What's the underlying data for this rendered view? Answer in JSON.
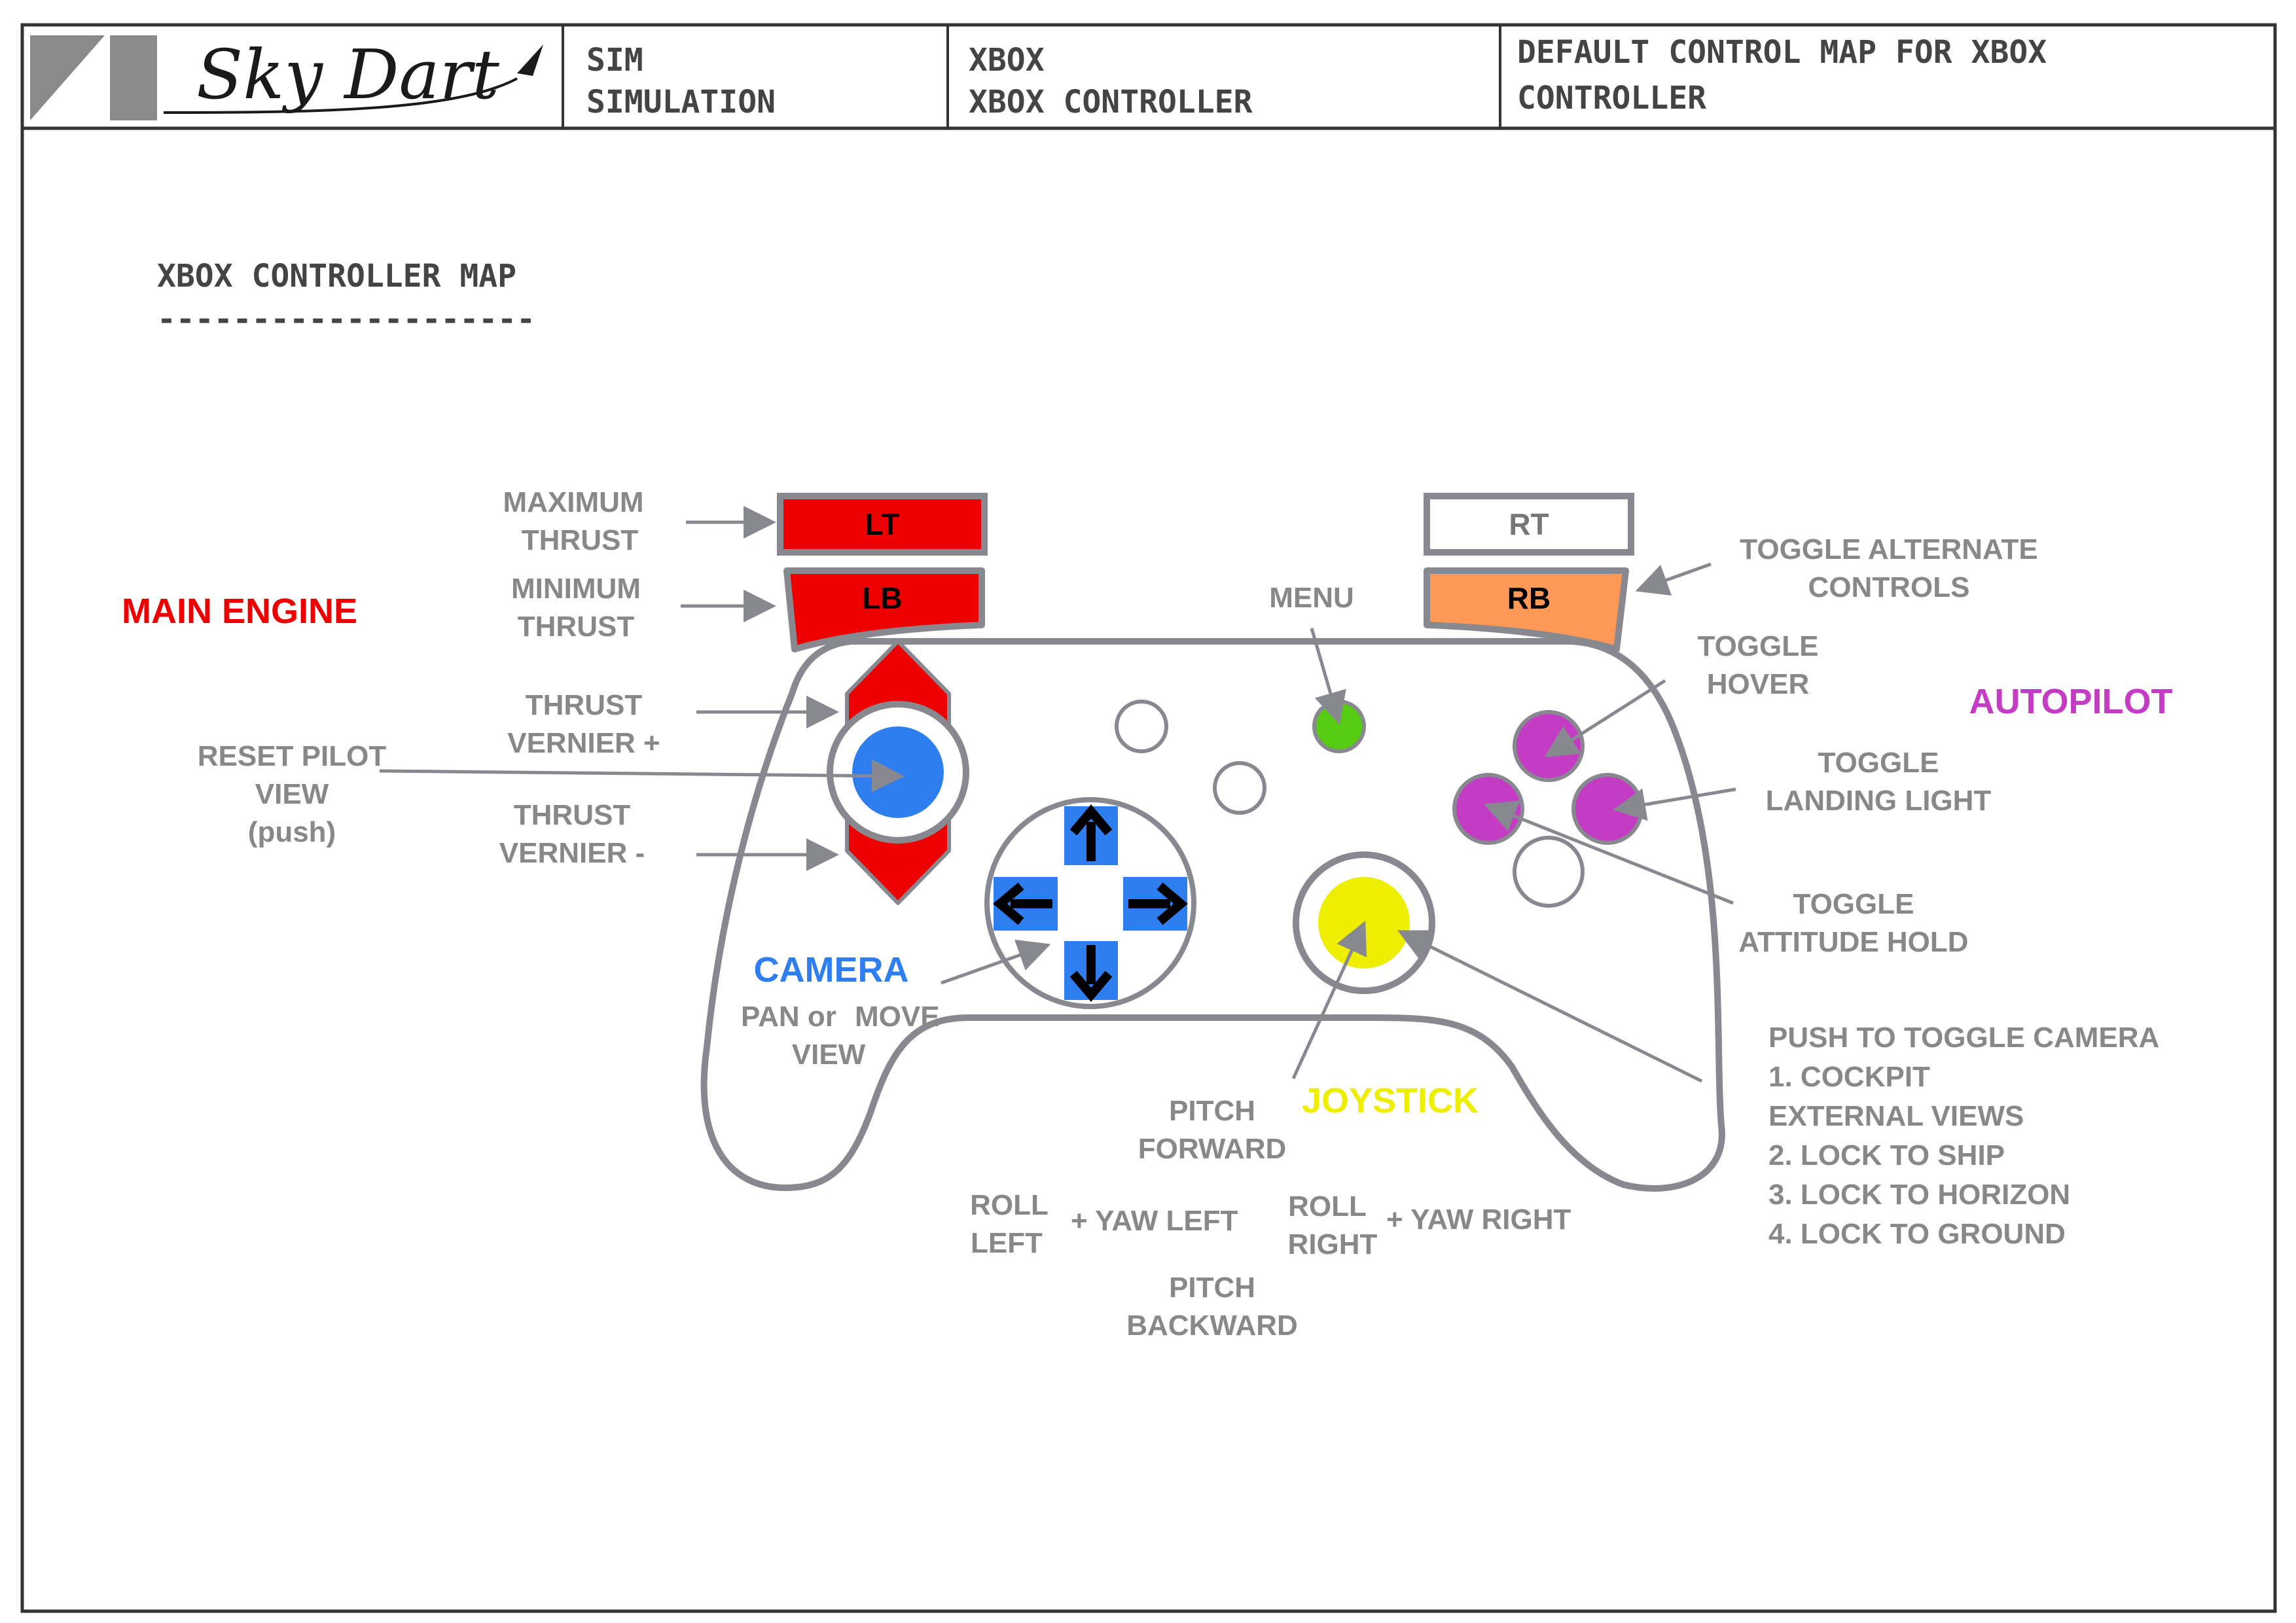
{
  "header": {
    "logo_text": "Sky Dart",
    "col1": [
      "SIM",
      "SIMULATION"
    ],
    "col2": [
      "XBOX",
      "XBOX CONTROLLER"
    ],
    "col3": [
      "DEFAULT CONTROL MAP FOR XBOX",
      "CONTROLLER"
    ]
  },
  "heading": {
    "title": "XBOX CONTROLLER MAP",
    "rule": "--------------------"
  },
  "colors": {
    "main_engine": "#ee0000",
    "camera": "#2f7ef0",
    "move": "#ff8c3a",
    "joystick": "#eeee00",
    "autopilot": "#c43cc4",
    "menu_button": "#55cc11",
    "rb_fill": "#ff9955",
    "label_gray": "#888888",
    "outline": "#888890"
  },
  "buttons": {
    "lt": "LT",
    "lb": "LB",
    "rt": "RT",
    "rb": "RB"
  },
  "labels": {
    "main_engine": "MAIN ENGINE",
    "maximum_thrust": [
      "MAXIMUM",
      "THRUST"
    ],
    "minimum_thrust": [
      "MINIMUM",
      "THRUST"
    ],
    "thrust_vernier_plus": [
      "THRUST",
      "VERNIER +"
    ],
    "thrust_vernier_minus": [
      "THRUST",
      "VERNIER -"
    ],
    "reset_pilot_view": [
      "RESET PILOT",
      "VIEW",
      "(push)"
    ],
    "menu": "MENU",
    "toggle_alternate_controls": [
      "TOGGLE ALTERNATE",
      "CONTROLS"
    ],
    "toggle_hover": [
      "TOGGLE",
      "HOVER"
    ],
    "autopilot": "AUTOPILOT",
    "toggle_landing_light": [
      "TOGGLE",
      "LANDING LIGHT"
    ],
    "toggle_attitude_hold": [
      "TOGGLE",
      "ATTITUDE HOLD"
    ],
    "camera": "CAMERA",
    "pan_or": "PAN or",
    "move": "MOVE",
    "view": "VIEW",
    "joystick": "JOYSTICK",
    "pitch_forward": [
      "PITCH",
      "FORWARD"
    ],
    "pitch_backward": [
      "PITCH",
      "BACKWARD"
    ],
    "roll_left": [
      "ROLL",
      "LEFT"
    ],
    "roll_right": [
      "ROLL",
      "RIGHT"
    ],
    "yaw_left": "+ YAW LEFT",
    "yaw_right": "+ YAW RIGHT",
    "camera_toggle": [
      "PUSH TO TOGGLE CAMERA",
      "1. COCKPIT",
      "EXTERNAL VIEWS",
      "2. LOCK TO SHIP",
      "3. LOCK TO HORIZON",
      "4. LOCK TO GROUND"
    ]
  }
}
